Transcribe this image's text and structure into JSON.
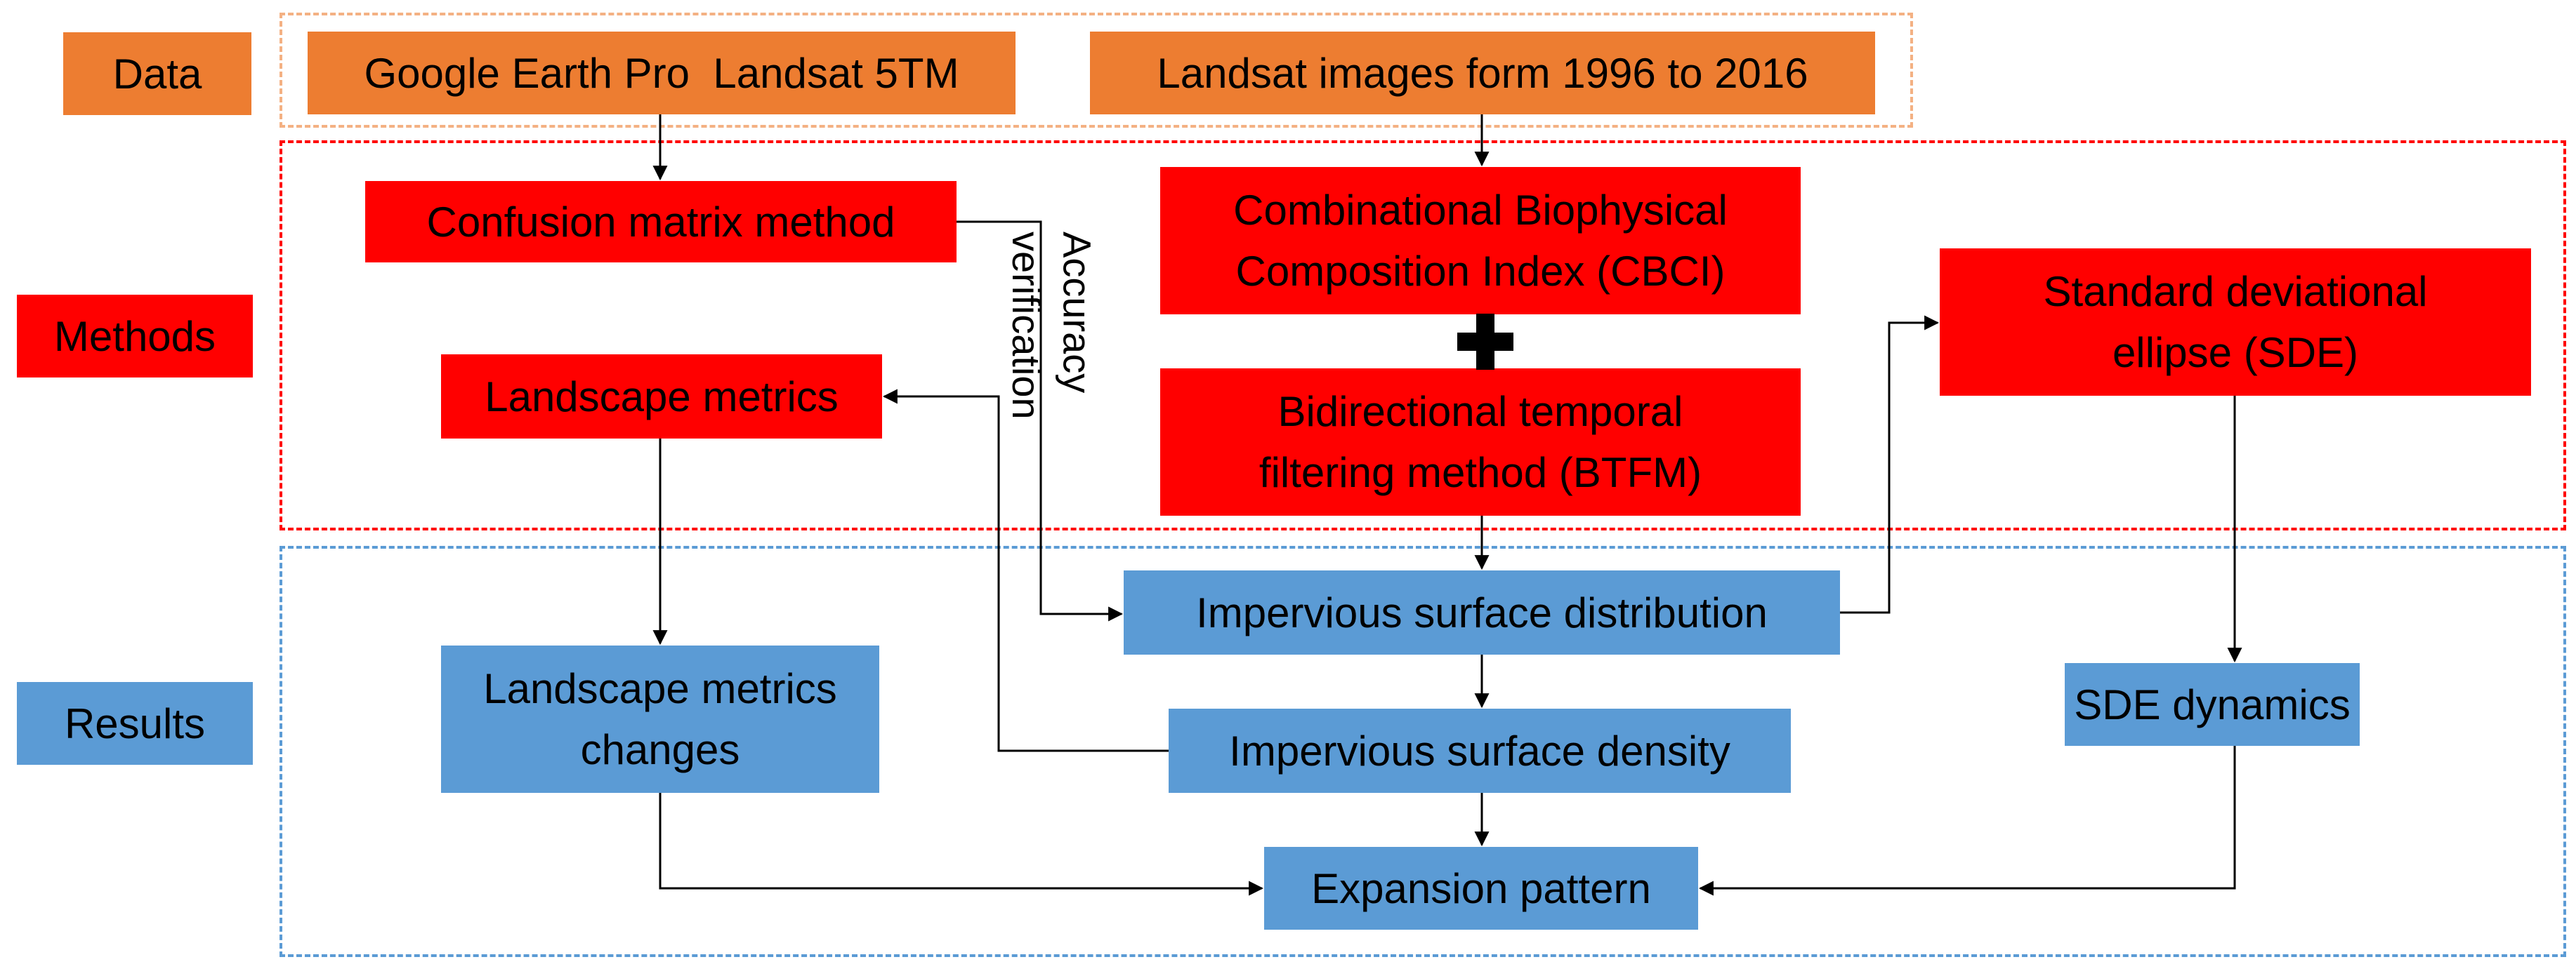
{
  "categories": {
    "data": "Data",
    "methods": "Methods",
    "results": "Results"
  },
  "nodes": {
    "google_earth": "Google Earth Pro  Landsat 5TM",
    "landsat_images": "Landsat images form 1996 to 2016",
    "confusion_matrix": "Confusion matrix method",
    "cbci_line1": "Combinational Biophysical",
    "cbci_line2": "Composition Index (CBCI)",
    "btfm_line1": "Bidirectional temporal",
    "btfm_line2": "filtering method (BTFM)",
    "sde_line1": "Standard deviational",
    "sde_line2": "ellipse (SDE)",
    "landscape_metrics": "Landscape metrics",
    "impervious_distribution": "Impervious surface distribution",
    "impervious_density": "Impervious surface density",
    "landscape_changes_line1": "Landscape metrics",
    "landscape_changes_line2": "changes",
    "sde_dynamics": "SDE dynamics",
    "expansion_pattern": "Expansion pattern"
  },
  "edge_labels": {
    "accuracy_verification": "Accuracy\nverification"
  },
  "colors": {
    "data": "#ED7D31",
    "methods": "#FF0000",
    "results": "#5B9BD5",
    "data_border": "#F4B183"
  },
  "icons": {
    "combine": "plus-icon"
  }
}
